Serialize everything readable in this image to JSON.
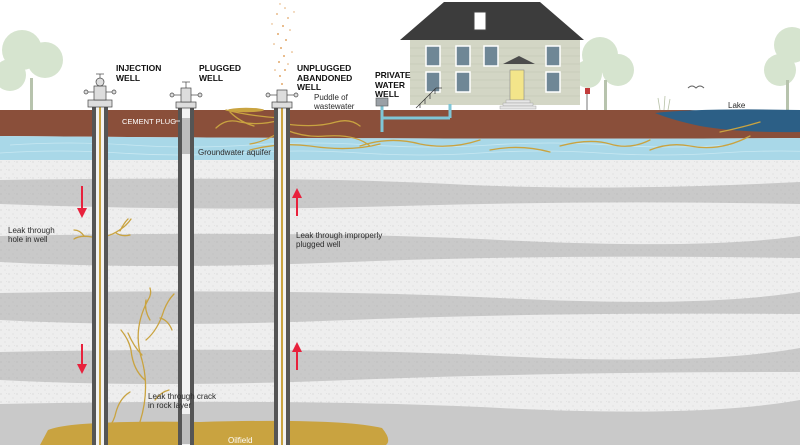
{
  "labels": {
    "injection_well": "INJECTION WELL",
    "plugged_well": "PLUGGED WELL",
    "unplugged_abandoned_well": "UNPLUGGED ABANDONED WELL",
    "private_water_well": "PRIVATE WATER WELL",
    "puddle": "Puddle of wastewater",
    "lake": "Lake",
    "cement_plug": "CEMENT PLUG",
    "groundwater_aquifer": "Groundwater aquifer",
    "leak_hole": "Leak through hole in well",
    "leak_improper_plug": "Leak through improperly plugged well",
    "leak_crack": "Leak through crack in rock layer",
    "oilfield": "Oilfield"
  },
  "colors": {
    "soil": "#8a4f3a",
    "aquifer": "#a9d8e8",
    "rock_light": "#eeeeee",
    "rock_dark": "#c8c8c8",
    "brine": "#c9a340",
    "arrow": "#e8213c",
    "lake": "#2c5f86",
    "house_siding": "#d3d6c5"
  }
}
